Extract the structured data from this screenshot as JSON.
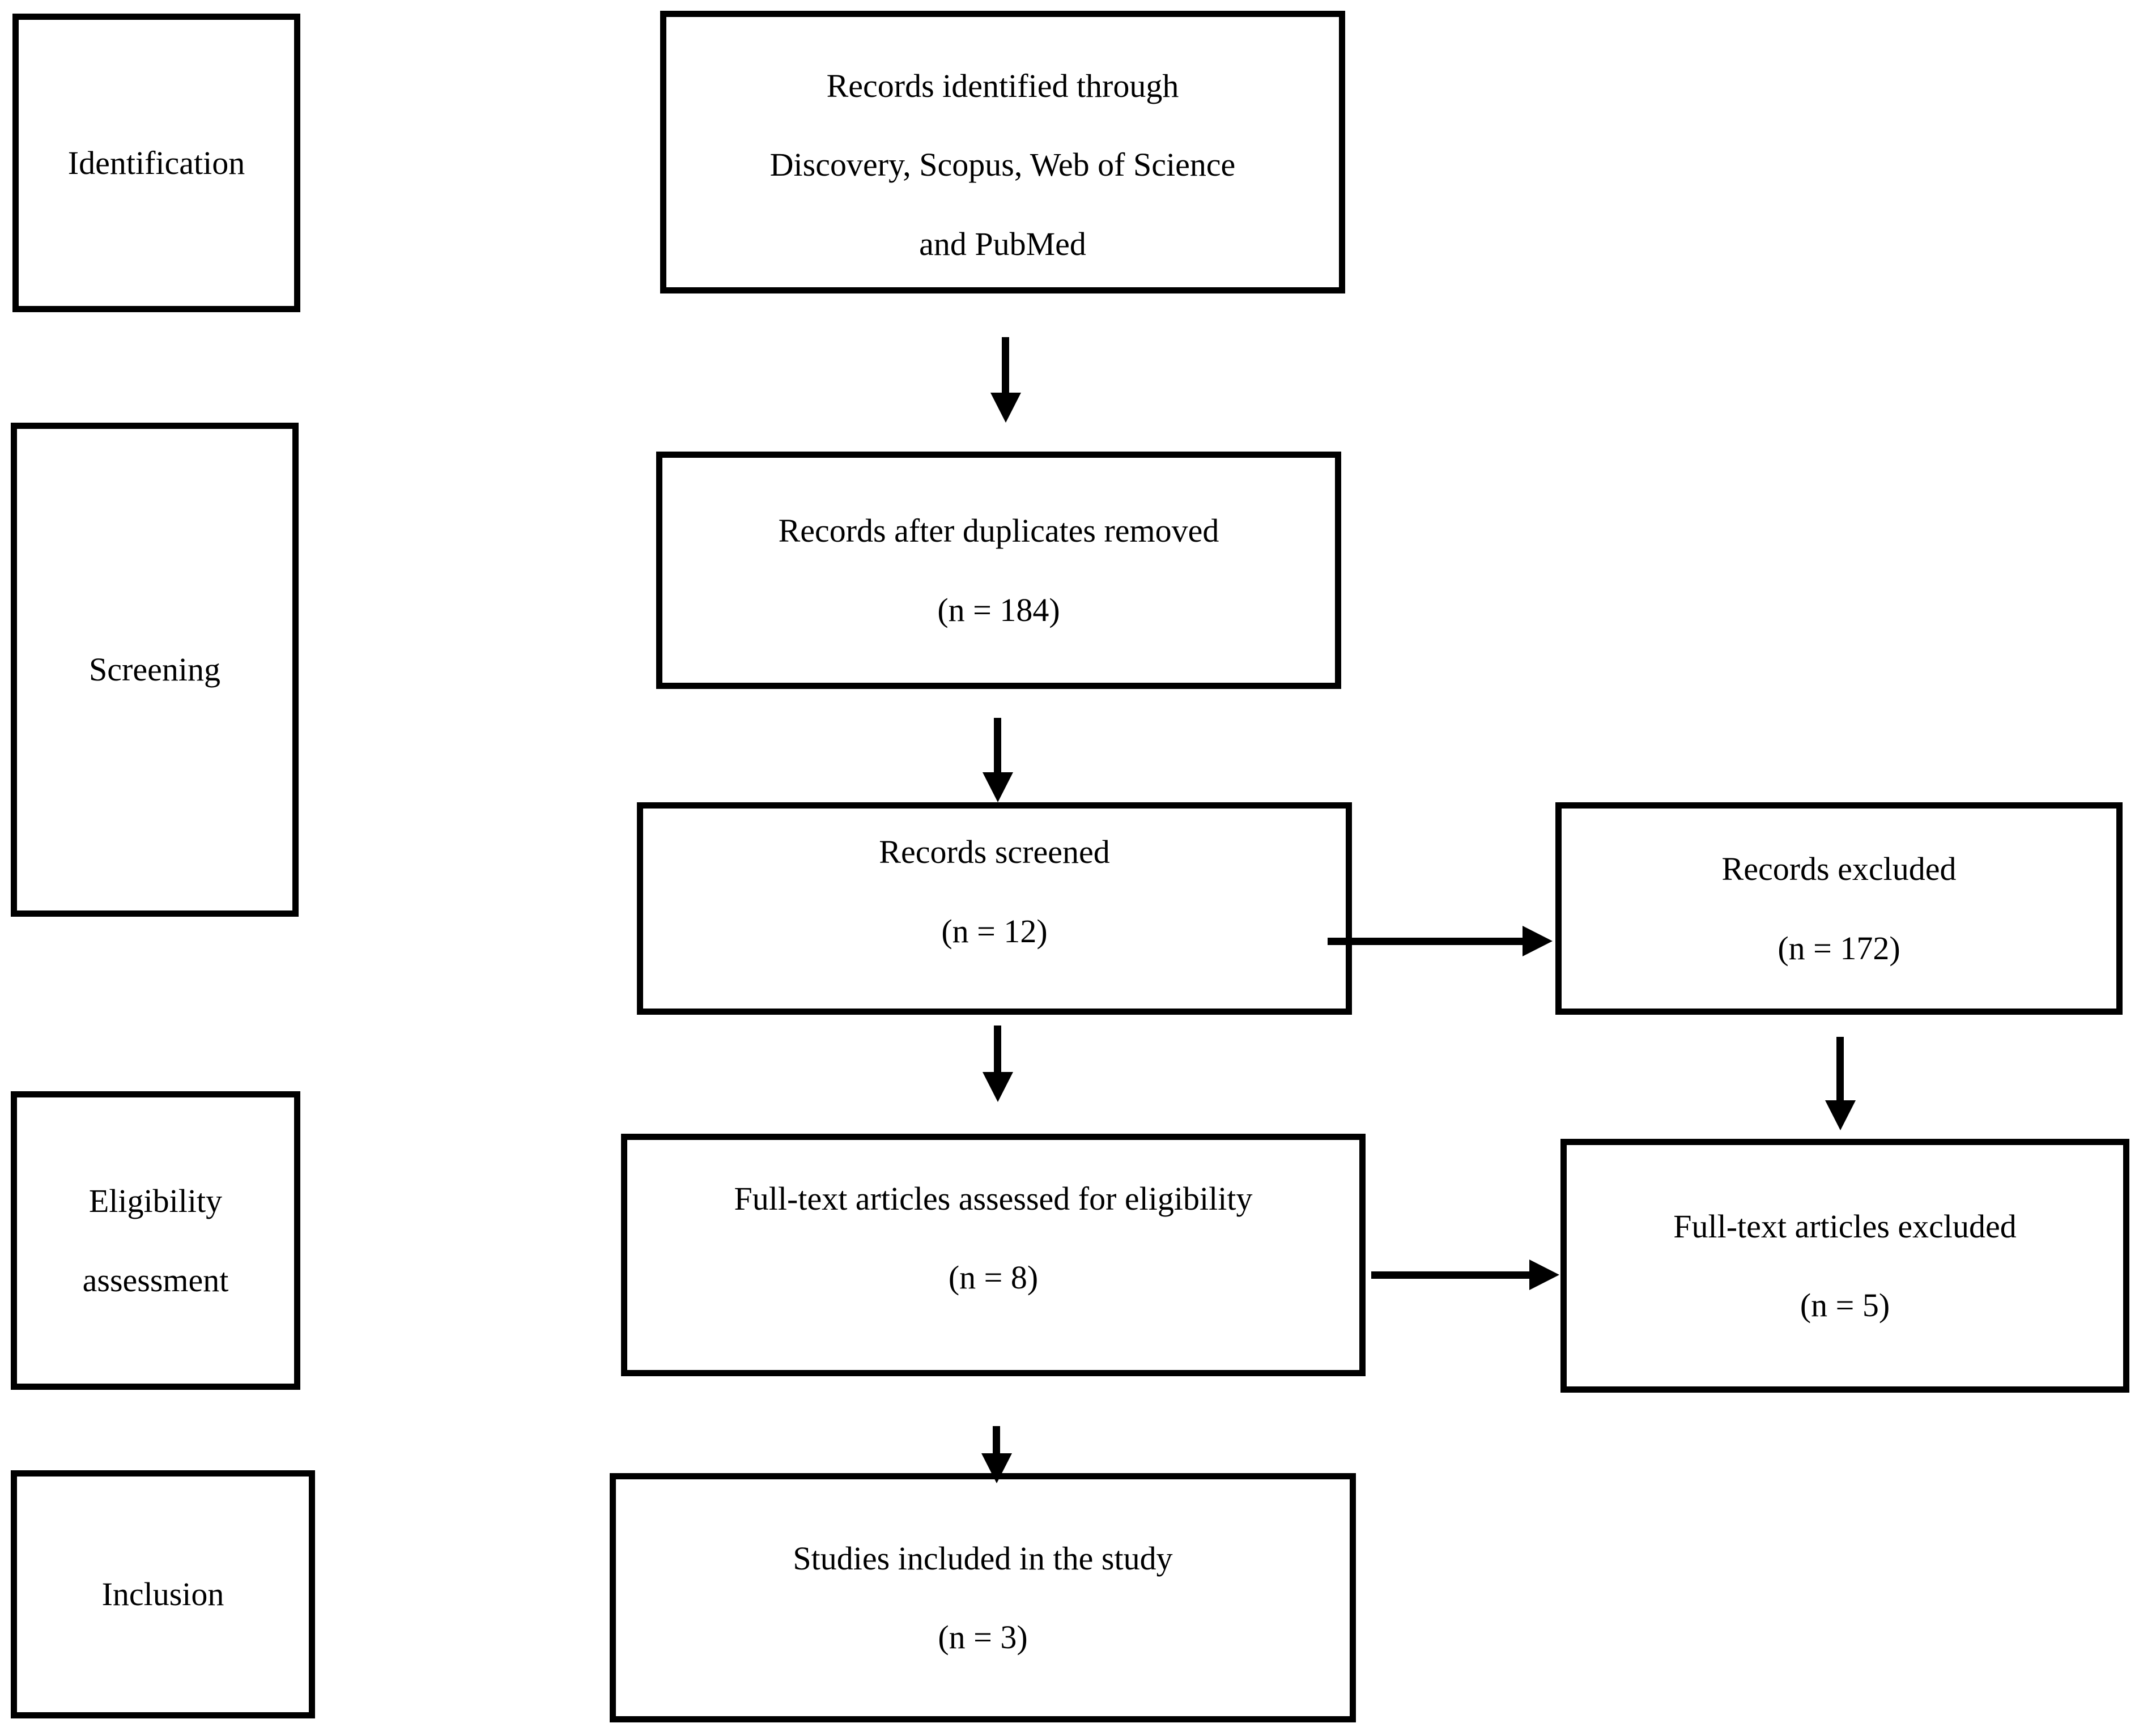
{
  "diagram": {
    "type": "prisma-systematic-review-flow",
    "colors": {
      "ink": "#000000",
      "background": "#ffffff"
    },
    "stages": [
      {
        "id": "identification",
        "label": "Identification"
      },
      {
        "id": "screening",
        "label": "Screening"
      },
      {
        "id": "eligibility",
        "label": "Eligibility assessment",
        "lines": [
          "Eligibility",
          "assessment"
        ]
      },
      {
        "id": "inclusion",
        "label": "Inclusion"
      }
    ],
    "nodes": {
      "identified": {
        "lines": [
          "Records identified through",
          "Discovery, Scopus, Web of Science",
          "and PubMed"
        ]
      },
      "deduplicated": {
        "label": "Records after duplicates removed",
        "n": "(n = 184)"
      },
      "screened": {
        "label": "Records screened",
        "n": "(n = 12)"
      },
      "excluded": {
        "label": "Records excluded",
        "n": "(n = 172)"
      },
      "fulltext": {
        "label": "Full-text articles assessed for eligibility",
        "n": "(n = 8)"
      },
      "fulltext_excluded": {
        "label": "Full-text articles excluded",
        "n": "(n = 5)"
      },
      "included": {
        "label": "Studies included in the study",
        "n": "(n = 3)"
      }
    },
    "edges": [
      {
        "from": "identified",
        "to": "deduplicated"
      },
      {
        "from": "deduplicated",
        "to": "screened"
      },
      {
        "from": "screened",
        "to": "excluded"
      },
      {
        "from": "screened",
        "to": "fulltext"
      },
      {
        "from": "excluded",
        "to": "fulltext_excluded"
      },
      {
        "from": "fulltext",
        "to": "fulltext_excluded"
      },
      {
        "from": "fulltext",
        "to": "included"
      }
    ]
  }
}
